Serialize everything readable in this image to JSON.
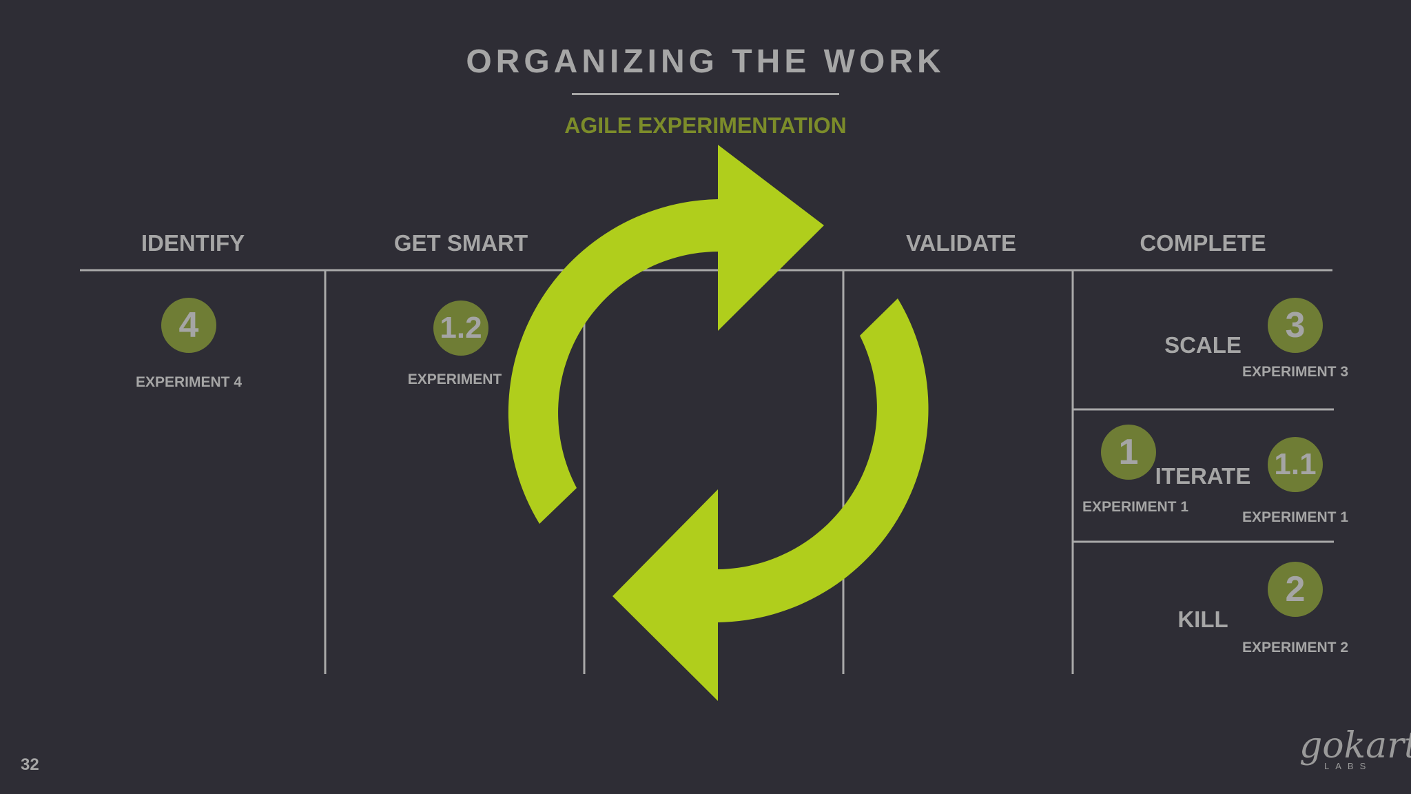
{
  "title": "ORGANIZING THE WORK",
  "subtitle": "AGILE EXPERIMENTATION",
  "columns": [
    {
      "label": "IDENTIFY"
    },
    {
      "label": "GET SMART"
    },
    {
      "label": ""
    },
    {
      "label": "VALIDATE"
    },
    {
      "label": "COMPLETE"
    }
  ],
  "cards": {
    "identify": {
      "number": "4",
      "label": "EXPERIMENT 4"
    },
    "get_smart": {
      "number": "1.2",
      "label": "EXPERIMENT"
    }
  },
  "complete": {
    "scale": {
      "label": "SCALE",
      "number": "3",
      "experiment": "EXPERIMENT 3"
    },
    "iterate": {
      "label": "ITERATE",
      "left_number": "1",
      "left_experiment": "EXPERIMENT 1",
      "right_number": "1.1",
      "right_experiment": "EXPERIMENT 1"
    },
    "kill": {
      "label": "KILL",
      "number": "2",
      "experiment": "EXPERIMENT 2"
    }
  },
  "page_number": "32",
  "logo": {
    "word": "gokart",
    "sub": "LABS"
  },
  "colors": {
    "background": "#2e2d35",
    "accent_green": "#b0ce1c",
    "badge": "#6f7d35",
    "line": "#a6a6a6"
  },
  "icons": {
    "cycle": "refresh-cycle-arrows-icon"
  }
}
